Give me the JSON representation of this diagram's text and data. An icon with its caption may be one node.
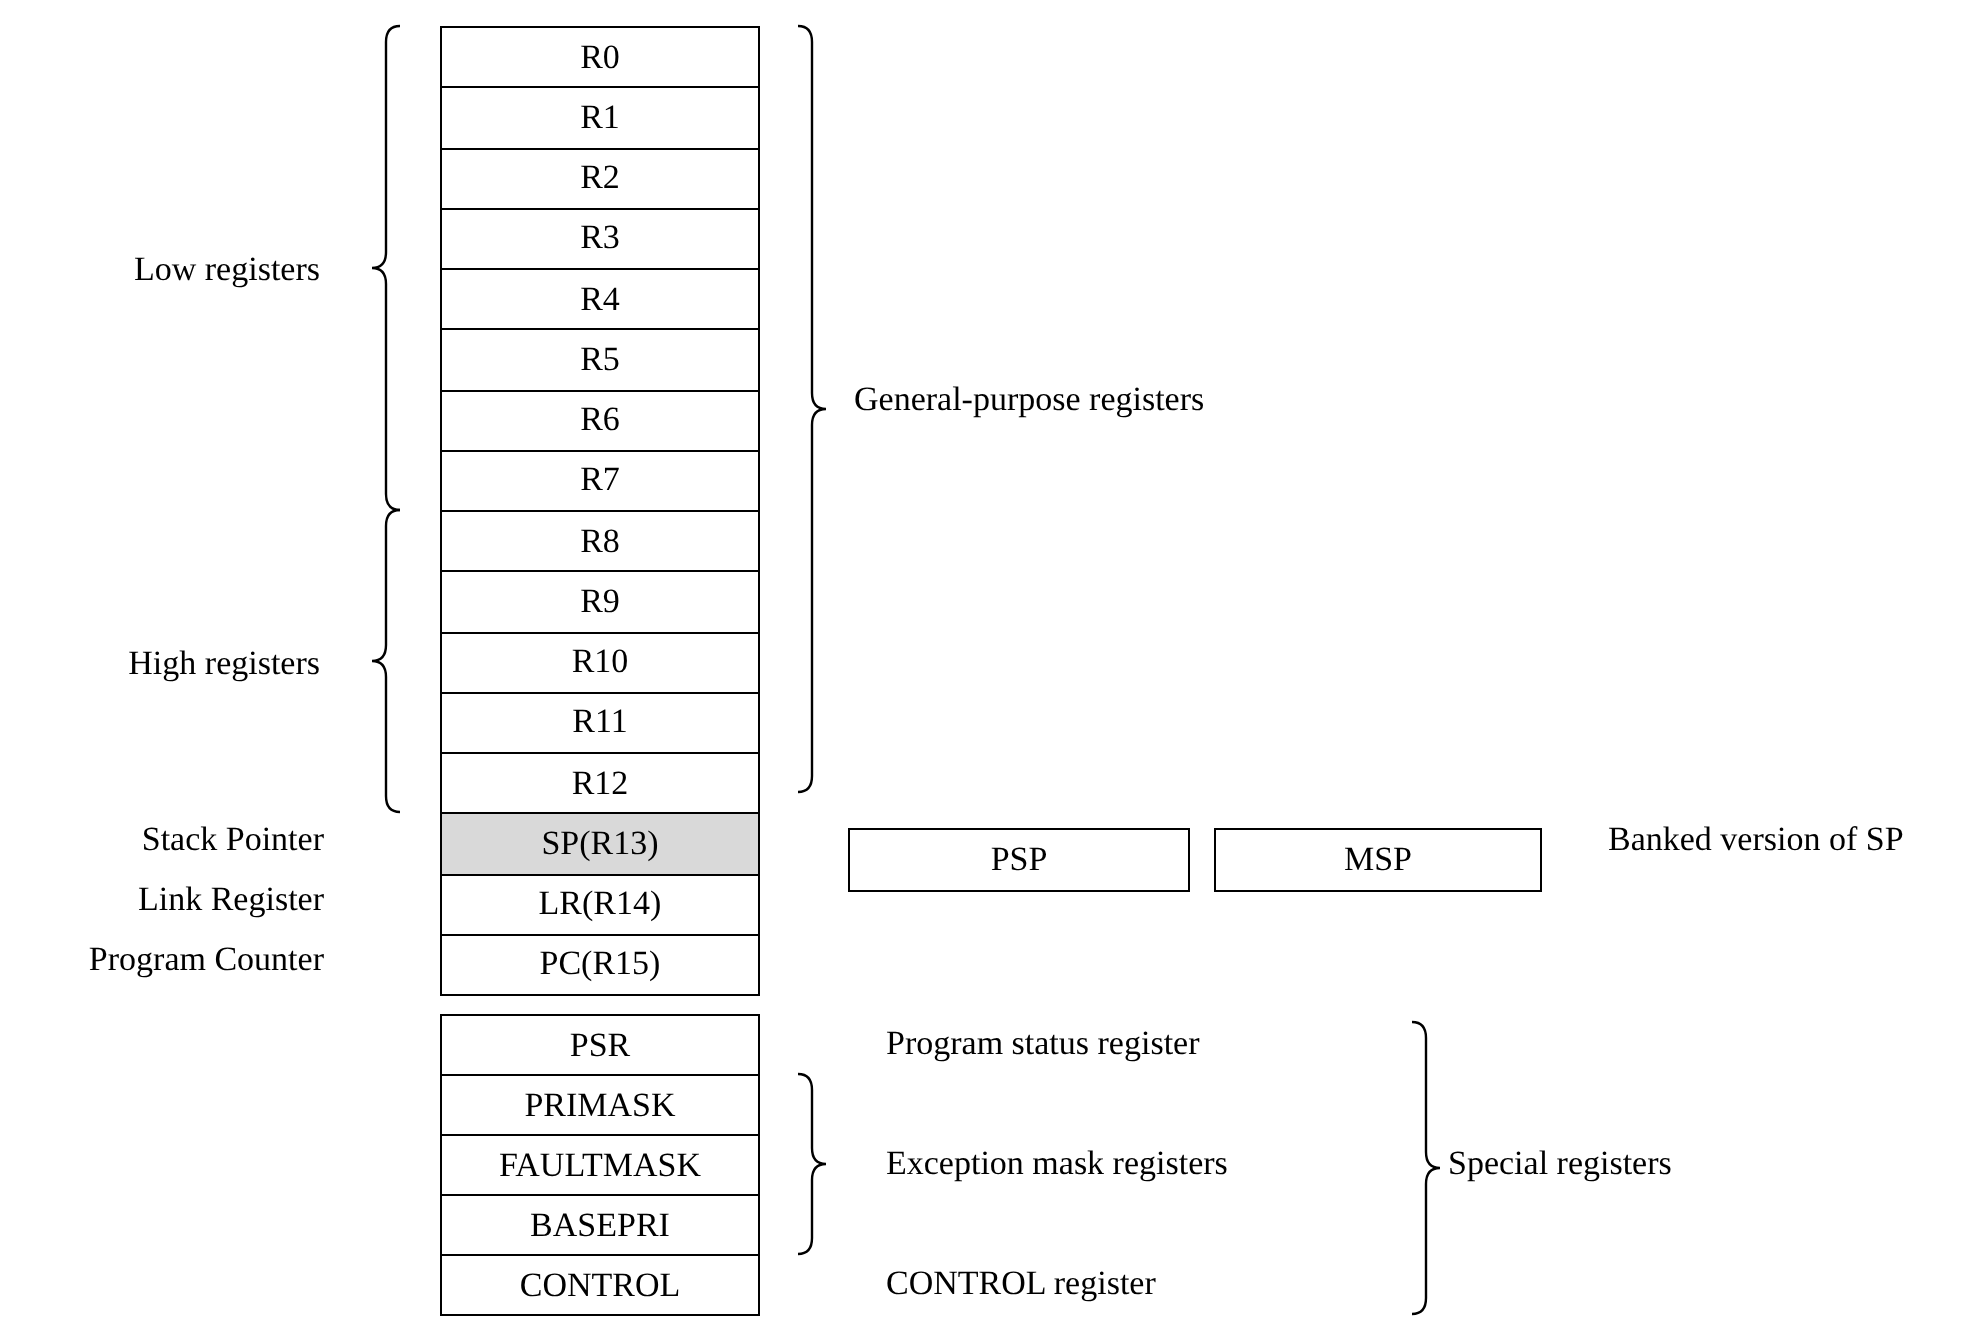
{
  "diagram": {
    "nodes": [
      {
        "text": [
          "R0"
        ]
      },
      {
        "text": [
          "R1"
        ]
      },
      {
        "text": [
          "R2"
        ]
      },
      {
        "text": [
          "R3"
        ]
      },
      {
        "text": [
          "R4"
        ]
      },
      {
        "text": [
          "R5"
        ]
      },
      {
        "text": [
          "R6"
        ]
      },
      {
        "text": [
          "R7"
        ]
      },
      {
        "text": [
          "R8"
        ]
      },
      {
        "text": [
          "R9"
        ]
      },
      {
        "text": [
          "R10"
        ]
      },
      {
        "text": [
          "R11"
        ]
      },
      {
        "text": [
          "R12"
        ]
      },
      {
        "text": [
          "SP(R13)"
        ]
      },
      {
        "text": [
          "PSP"
        ]
      },
      {
        "text": [
          "MSP"
        ]
      },
      {
        "text": [
          "LR(R14)"
        ]
      },
      {
        "text": [
          "PC(R15)"
        ]
      },
      {
        "text": [
          "PSR"
        ]
      },
      {
        "text": [
          "PRIMASK"
        ]
      },
      {
        "text": [
          "FAULTMASK"
        ]
      },
      {
        "text": [
          "BASEPRI"
        ]
      },
      {
        "text": [
          "CONTROL"
        ]
      }
    ],
    "labels": [
      "Low registers",
      "General-purpose registers",
      "High registers",
      "Stack Pointer",
      "Banked version of SP",
      "Link Register",
      "Program Counter",
      "Program status register",
      "Exception mask registers",
      "Special registers",
      "CONTROL register"
    ]
  }
}
